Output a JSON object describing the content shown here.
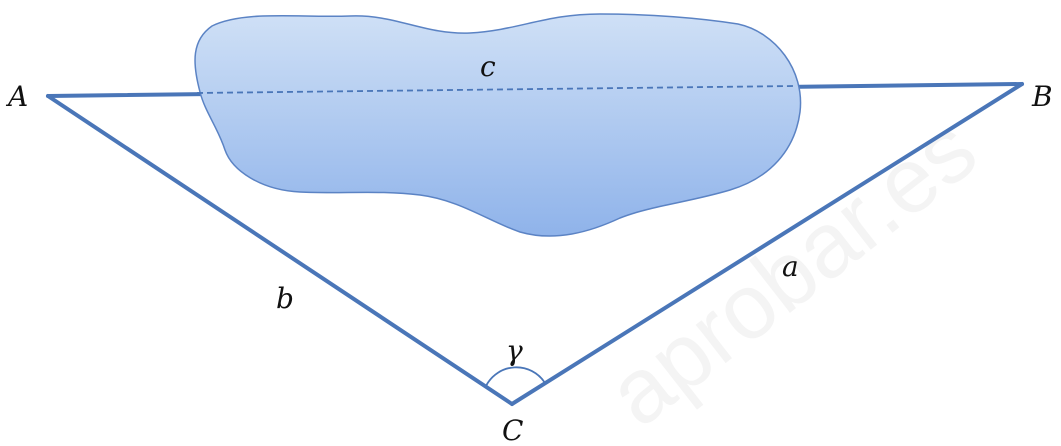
{
  "figure": {
    "vertices": {
      "A": "A",
      "B": "B",
      "C": "C"
    },
    "sides": {
      "a": "a",
      "b": "b",
      "c": "c"
    },
    "angle": "γ",
    "watermark": "aprobar.es"
  },
  "colors": {
    "triangle_stroke": "#4a76b8",
    "lake_top": "#cfe0f6",
    "lake_bottom": "#8fb3ea",
    "lake_stroke": "#5b83c4",
    "dashed_line": "#4a76b8"
  }
}
